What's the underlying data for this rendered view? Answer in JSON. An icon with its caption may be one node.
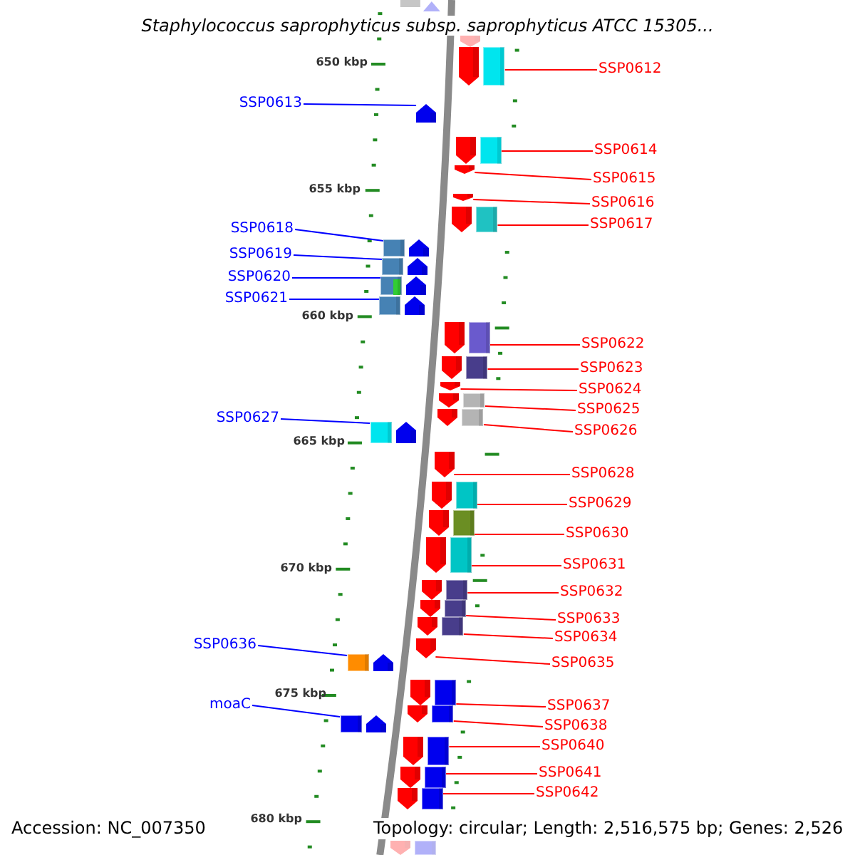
{
  "diagram": {
    "title": "Staphylococcus saprophyticus subsp. saprophyticus ATCC 15305...",
    "nodes": [
      {
        "text": [
          "SSP0612"
        ]
      },
      {
        "text": [
          "SSP0613"
        ]
      },
      {
        "text": [
          "SSP0614"
        ]
      },
      {
        "text": [
          "SSP0615"
        ]
      },
      {
        "text": [
          "SSP0616"
        ]
      },
      {
        "text": [
          "SSP0617"
        ]
      },
      {
        "text": [
          "SSP0618"
        ]
      },
      {
        "text": [
          "SSP0619"
        ]
      },
      {
        "text": [
          "SSP0620"
        ]
      },
      {
        "text": [
          "SSP0621"
        ]
      },
      {
        "text": [
          "SSP0622"
        ]
      },
      {
        "text": [
          "SSP0623"
        ]
      },
      {
        "text": [
          "SSP0624"
        ]
      },
      {
        "text": [
          "SSP0625"
        ]
      },
      {
        "text": [
          "SSP0627"
        ]
      },
      {
        "text": [
          "SSP0626"
        ]
      },
      {
        "text": [
          "SSP0628"
        ]
      },
      {
        "text": [
          "SSP0629"
        ]
      },
      {
        "text": [
          "SSP0630"
        ]
      },
      {
        "text": [
          "SSP0631"
        ]
      },
      {
        "text": [
          "SSP0632"
        ]
      },
      {
        "text": [
          "SSP0633"
        ]
      },
      {
        "text": [
          "SSP0634"
        ]
      },
      {
        "text": [
          "SSP0636"
        ]
      },
      {
        "text": [
          "SSP0635"
        ]
      },
      {
        "text": [
          "moaC"
        ]
      },
      {
        "text": [
          "SSP0637"
        ]
      },
      {
        "text": [
          "SSP0638"
        ]
      },
      {
        "text": [
          "SSP0640"
        ]
      },
      {
        "text": [
          "SSP0641"
        ]
      },
      {
        "text": [
          "SSP0642"
        ]
      },
      {
        "text": [],
        "shape": "arrow"
      },
      {
        "text": [],
        "shape": "arrow"
      },
      {
        "text": [],
        "shape": "arrow"
      },
      {
        "text": [],
        "shape": "arrow"
      },
      {
        "text": [],
        "shape": "arrow"
      },
      {
        "text": [],
        "shape": "arrow"
      },
      {
        "text": [],
        "shape": "arrow"
      },
      {
        "text": [],
        "shape": "arrow"
      },
      {
        "text": [],
        "shape": "arrow"
      },
      {
        "text": [],
        "shape": "arrow"
      },
      {
        "text": [],
        "shape": "arrow"
      },
      {
        "text": [],
        "shape": "arrow"
      },
      {
        "text": [],
        "shape": "arrow"
      },
      {
        "text": [],
        "shape": "arrow"
      },
      {
        "text": [],
        "shape": "arrow"
      },
      {
        "text": [],
        "shape": "arrow"
      },
      {
        "text": [],
        "shape": "arrow"
      },
      {
        "text": [],
        "shape": "arrow"
      },
      {
        "text": [],
        "shape": "arrow"
      },
      {
        "text": [],
        "shape": "arrow"
      },
      {
        "text": [],
        "shape": "arrow"
      },
      {
        "text": [],
        "shape": "arrow"
      },
      {
        "text": [],
        "shape": "arrow"
      },
      {
        "text": [],
        "shape": "arrow"
      },
      {
        "text": [],
        "shape": "arrow"
      },
      {
        "text": [],
        "shape": "arrow"
      },
      {
        "text": [],
        "shape": "arrow"
      },
      {
        "text": [],
        "shape": "arrow"
      },
      {
        "text": [],
        "shape": "arrow"
      },
      {
        "text": [],
        "shape": "arrow"
      },
      {
        "text": [],
        "shape": "arrow"
      },
      {
        "text": [],
        "shape": "arrow"
      },
      {
        "text": [],
        "shape": "arrow"
      }
    ],
    "edges": [
      {
        "from": 0,
        "to": 31,
        "arrow": "none"
      },
      {
        "from": 1,
        "to": 32,
        "arrow": "none",
        "color": "#0000ff"
      },
      {
        "from": 2,
        "to": 33,
        "arrow": "none"
      },
      {
        "from": 3,
        "to": 34,
        "arrow": "none"
      },
      {
        "from": 4,
        "to": 35,
        "arrow": "none"
      },
      {
        "from": 5,
        "to": 36,
        "arrow": "none"
      },
      {
        "from": 6,
        "to": 37,
        "arrow": "none",
        "color": "#0000ff"
      },
      {
        "from": 7,
        "to": 38,
        "arrow": "none",
        "color": "#0000ff"
      },
      {
        "from": 8,
        "to": 39,
        "arrow": "none",
        "color": "#0000ff"
      },
      {
        "from": 9,
        "to": 40,
        "arrow": "none",
        "color": "#0000ff"
      },
      {
        "from": 10,
        "to": 41,
        "arrow": "none"
      },
      {
        "from": 11,
        "to": 42,
        "arrow": "none"
      },
      {
        "from": 12,
        "to": 43,
        "arrow": "none"
      },
      {
        "from": 13,
        "to": 44,
        "arrow": "none"
      },
      {
        "from": 14,
        "to": 45,
        "arrow": "none",
        "color": "#0000ff"
      },
      {
        "from": 15,
        "to": 46,
        "arrow": "none"
      },
      {
        "from": 16,
        "to": 47,
        "arrow": "none"
      },
      {
        "from": 17,
        "to": 48,
        "arrow": "none"
      },
      {
        "from": 18,
        "to": 49,
        "arrow": "none"
      },
      {
        "from": 19,
        "to": 50,
        "arrow": "none"
      },
      {
        "from": 20,
        "to": 51,
        "arrow": "none"
      },
      {
        "from": 21,
        "to": 52,
        "arrow": "none"
      },
      {
        "from": 22,
        "to": 53,
        "arrow": "none"
      },
      {
        "from": 23,
        "to": 54,
        "arrow": "none",
        "color": "#0000ff"
      },
      {
        "from": 24,
        "to": 55,
        "arrow": "none"
      },
      {
        "from": 25,
        "to": 56,
        "arrow": "none",
        "color": "#0000ff"
      },
      {
        "from": 26,
        "to": 57,
        "arrow": "none"
      },
      {
        "from": 27,
        "to": 58,
        "arrow": "none"
      },
      {
        "from": 28,
        "to": 59,
        "arrow": "none"
      },
      {
        "from": 29,
        "to": 60,
        "arrow": "none"
      },
      {
        "from": 30,
        "to": 61,
        "arrow": "none"
      }
    ],
    "labels": [
      "650 kbp",
      "655 kbp",
      "660 kbp",
      "665 kbp",
      "670 kbp",
      "675 kbp",
      "680 kbp",
      "Accession: NC_007350",
      "Topology: circular; Length: 2,516,575 bp; Genes: 2,526"
    ]
  }
}
